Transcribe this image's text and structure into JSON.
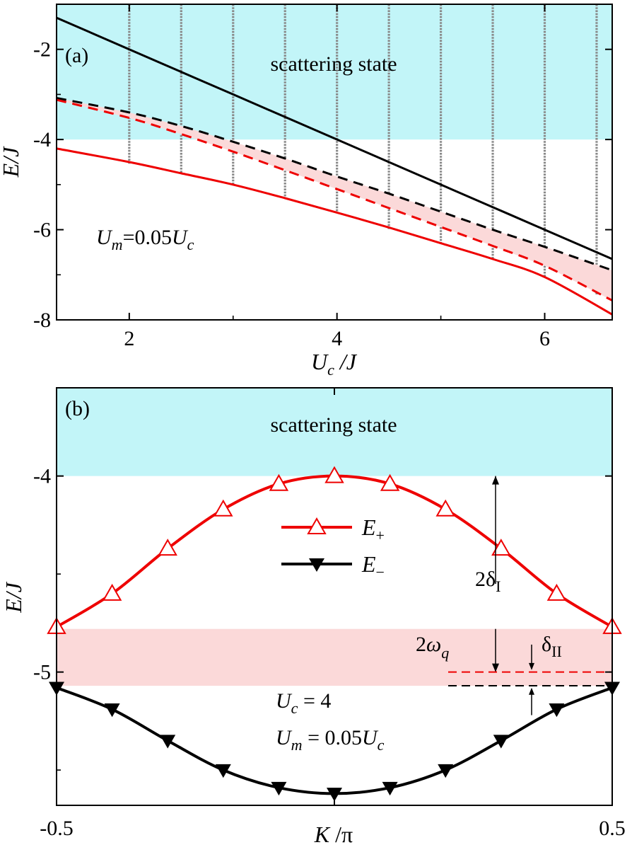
{
  "chart_data": [
    {
      "type": "line",
      "panel_label": "(a)",
      "xlabel": "Uc/J",
      "ylabel": "E/J",
      "xlim": [
        1.3,
        6.65
      ],
      "ylim": [
        -8,
        -1
      ],
      "xticks": [
        2,
        4,
        6
      ],
      "yticks": [
        -8,
        -6,
        -4,
        -2
      ],
      "xtick_labels": [
        "2",
        "4",
        "6"
      ],
      "ytick_labels": [
        "-8",
        "-6",
        "-4",
        "-2"
      ],
      "band_label": "scattering state",
      "scattering_band": [
        -4,
        -1
      ],
      "annotation": "Um=0.05Uc",
      "series": [
        {
          "style": "black-solid",
          "color": "#000000",
          "x": [
            1.3,
            2,
            2.5,
            3,
            3.5,
            4,
            4.5,
            5,
            5.5,
            6,
            6.65
          ],
          "y": [
            -1.3,
            -2.0,
            -2.5,
            -3.0,
            -3.5,
            -4.0,
            -4.5,
            -5.0,
            -5.5,
            -6.0,
            -6.65
          ]
        },
        {
          "style": "black-dashed",
          "color": "#000000",
          "x": [
            1.3,
            2,
            2.5,
            3,
            3.5,
            4,
            4.5,
            5,
            5.5,
            6,
            6.65
          ],
          "y": [
            -3.08,
            -3.4,
            -3.7,
            -4.05,
            -4.42,
            -4.82,
            -5.2,
            -5.6,
            -6.0,
            -6.38,
            -6.9
          ]
        },
        {
          "style": "red-dashed",
          "color": "#ee0000",
          "x": [
            1.3,
            2,
            2.5,
            3,
            3.5,
            4,
            4.5,
            5,
            5.5,
            6,
            6.65
          ],
          "y": [
            -3.12,
            -3.52,
            -3.88,
            -4.27,
            -4.68,
            -5.1,
            -5.52,
            -5.94,
            -6.36,
            -6.8,
            -7.57
          ]
        },
        {
          "style": "red-solid",
          "color": "#ee0000",
          "x": [
            1.3,
            2,
            2.5,
            3,
            3.5,
            4,
            4.5,
            5,
            5.5,
            6,
            6.65
          ],
          "y": [
            -4.2,
            -4.5,
            -4.75,
            -5.0,
            -5.3,
            -5.62,
            -5.95,
            -6.3,
            -6.65,
            -7.05,
            -7.88
          ]
        }
      ],
      "continuum_columns": [
        {
          "x": 2.0,
          "ymin": -4.55,
          "ymax": -1
        },
        {
          "x": 2.5,
          "ymin": -4.75,
          "ymax": -1
        },
        {
          "x": 3.0,
          "ymin": -5.0,
          "ymax": -1
        },
        {
          "x": 3.5,
          "ymin": -5.3,
          "ymax": -1
        },
        {
          "x": 4.0,
          "ymin": -5.62,
          "ymax": -1
        },
        {
          "x": 4.5,
          "ymin": -6.0,
          "ymax": -1
        },
        {
          "x": 5.0,
          "ymin": -6.32,
          "ymax": -1
        },
        {
          "x": 5.5,
          "ymin": -6.67,
          "ymax": -1
        },
        {
          "x": 6.0,
          "ymin": -7.05,
          "ymax": -1
        },
        {
          "x": 6.5,
          "ymin": -7.45,
          "ymax": -1
        }
      ],
      "colors": {
        "scattering_band": "#c2f5f8",
        "pink_band": "#fbd9d9",
        "dots": "#888888"
      }
    },
    {
      "type": "line",
      "panel_label": "(b)",
      "xlabel": "K/π",
      "ylabel": "E/J",
      "xlim": [
        -0.5,
        0.5
      ],
      "ylim": [
        -5.68,
        -3.55
      ],
      "xticks": [
        -0.5,
        0.5
      ],
      "yticks": [
        -5,
        -4
      ],
      "xtick_labels": [
        "-0.5",
        "0.5"
      ],
      "ytick_labels": [
        "-5",
        "-4"
      ],
      "band_label": "scattering state",
      "scattering_band": [
        -4,
        -3.55
      ],
      "pink_band": [
        -5.07,
        -4.78
      ],
      "annotation_lines": [
        "Uc  = 4",
        "Um = 0.05Uc"
      ],
      "series": [
        {
          "name": "E+",
          "color": "#ee0000",
          "marker": "open-triangle-up",
          "x": [
            -0.5,
            -0.4,
            -0.3,
            -0.2,
            -0.1,
            0,
            0.1,
            0.2,
            0.3,
            0.4,
            0.5
          ],
          "y": [
            -4.77,
            -4.6,
            -4.37,
            -4.17,
            -4.04,
            -4.0,
            -4.04,
            -4.17,
            -4.37,
            -4.6,
            -4.77
          ]
        },
        {
          "name": "E−",
          "color": "#000000",
          "marker": "filled-triangle-down",
          "x": [
            -0.5,
            -0.4,
            -0.3,
            -0.2,
            -0.1,
            0,
            0.1,
            0.2,
            0.3,
            0.4,
            0.5
          ],
          "y": [
            -5.08,
            -5.19,
            -5.35,
            -5.5,
            -5.59,
            -5.62,
            -5.59,
            -5.5,
            -5.35,
            -5.19,
            -5.08
          ]
        }
      ],
      "gap_labels": {
        "two_delta": "2δ",
        "two_delta_sub": "I",
        "two_omega": "2ω",
        "two_omega_sub": "q",
        "delta": "δ",
        "delta_sub": "II"
      },
      "ref_levels": {
        "red_dashed": -5.0,
        "black_dashed": -5.07
      }
    }
  ]
}
